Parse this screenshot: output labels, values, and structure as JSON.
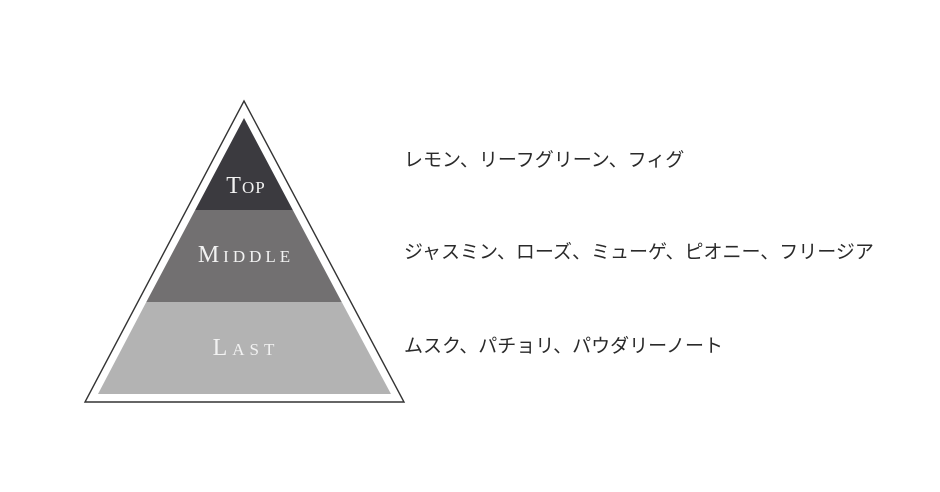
{
  "diagram": {
    "type": "fragrance-note-pyramid",
    "colors": {
      "outline": "#333333",
      "top": "#3b3a3f",
      "middle": "#727071",
      "last": "#b3b3b3",
      "label_text": "#f2f2f2",
      "note_text": "#2a2a2a",
      "background": "#ffffff"
    },
    "tiers": [
      {
        "label": "Top",
        "notes": "レモン、リーフグリーン、フィグ"
      },
      {
        "label": "Middle",
        "notes": "ジャスミン、ローズ、ミューゲ、ピオニー、フリージア"
      },
      {
        "label": "Last",
        "notes": "ムスク、パチョリ、パウダリーノート"
      }
    ]
  }
}
